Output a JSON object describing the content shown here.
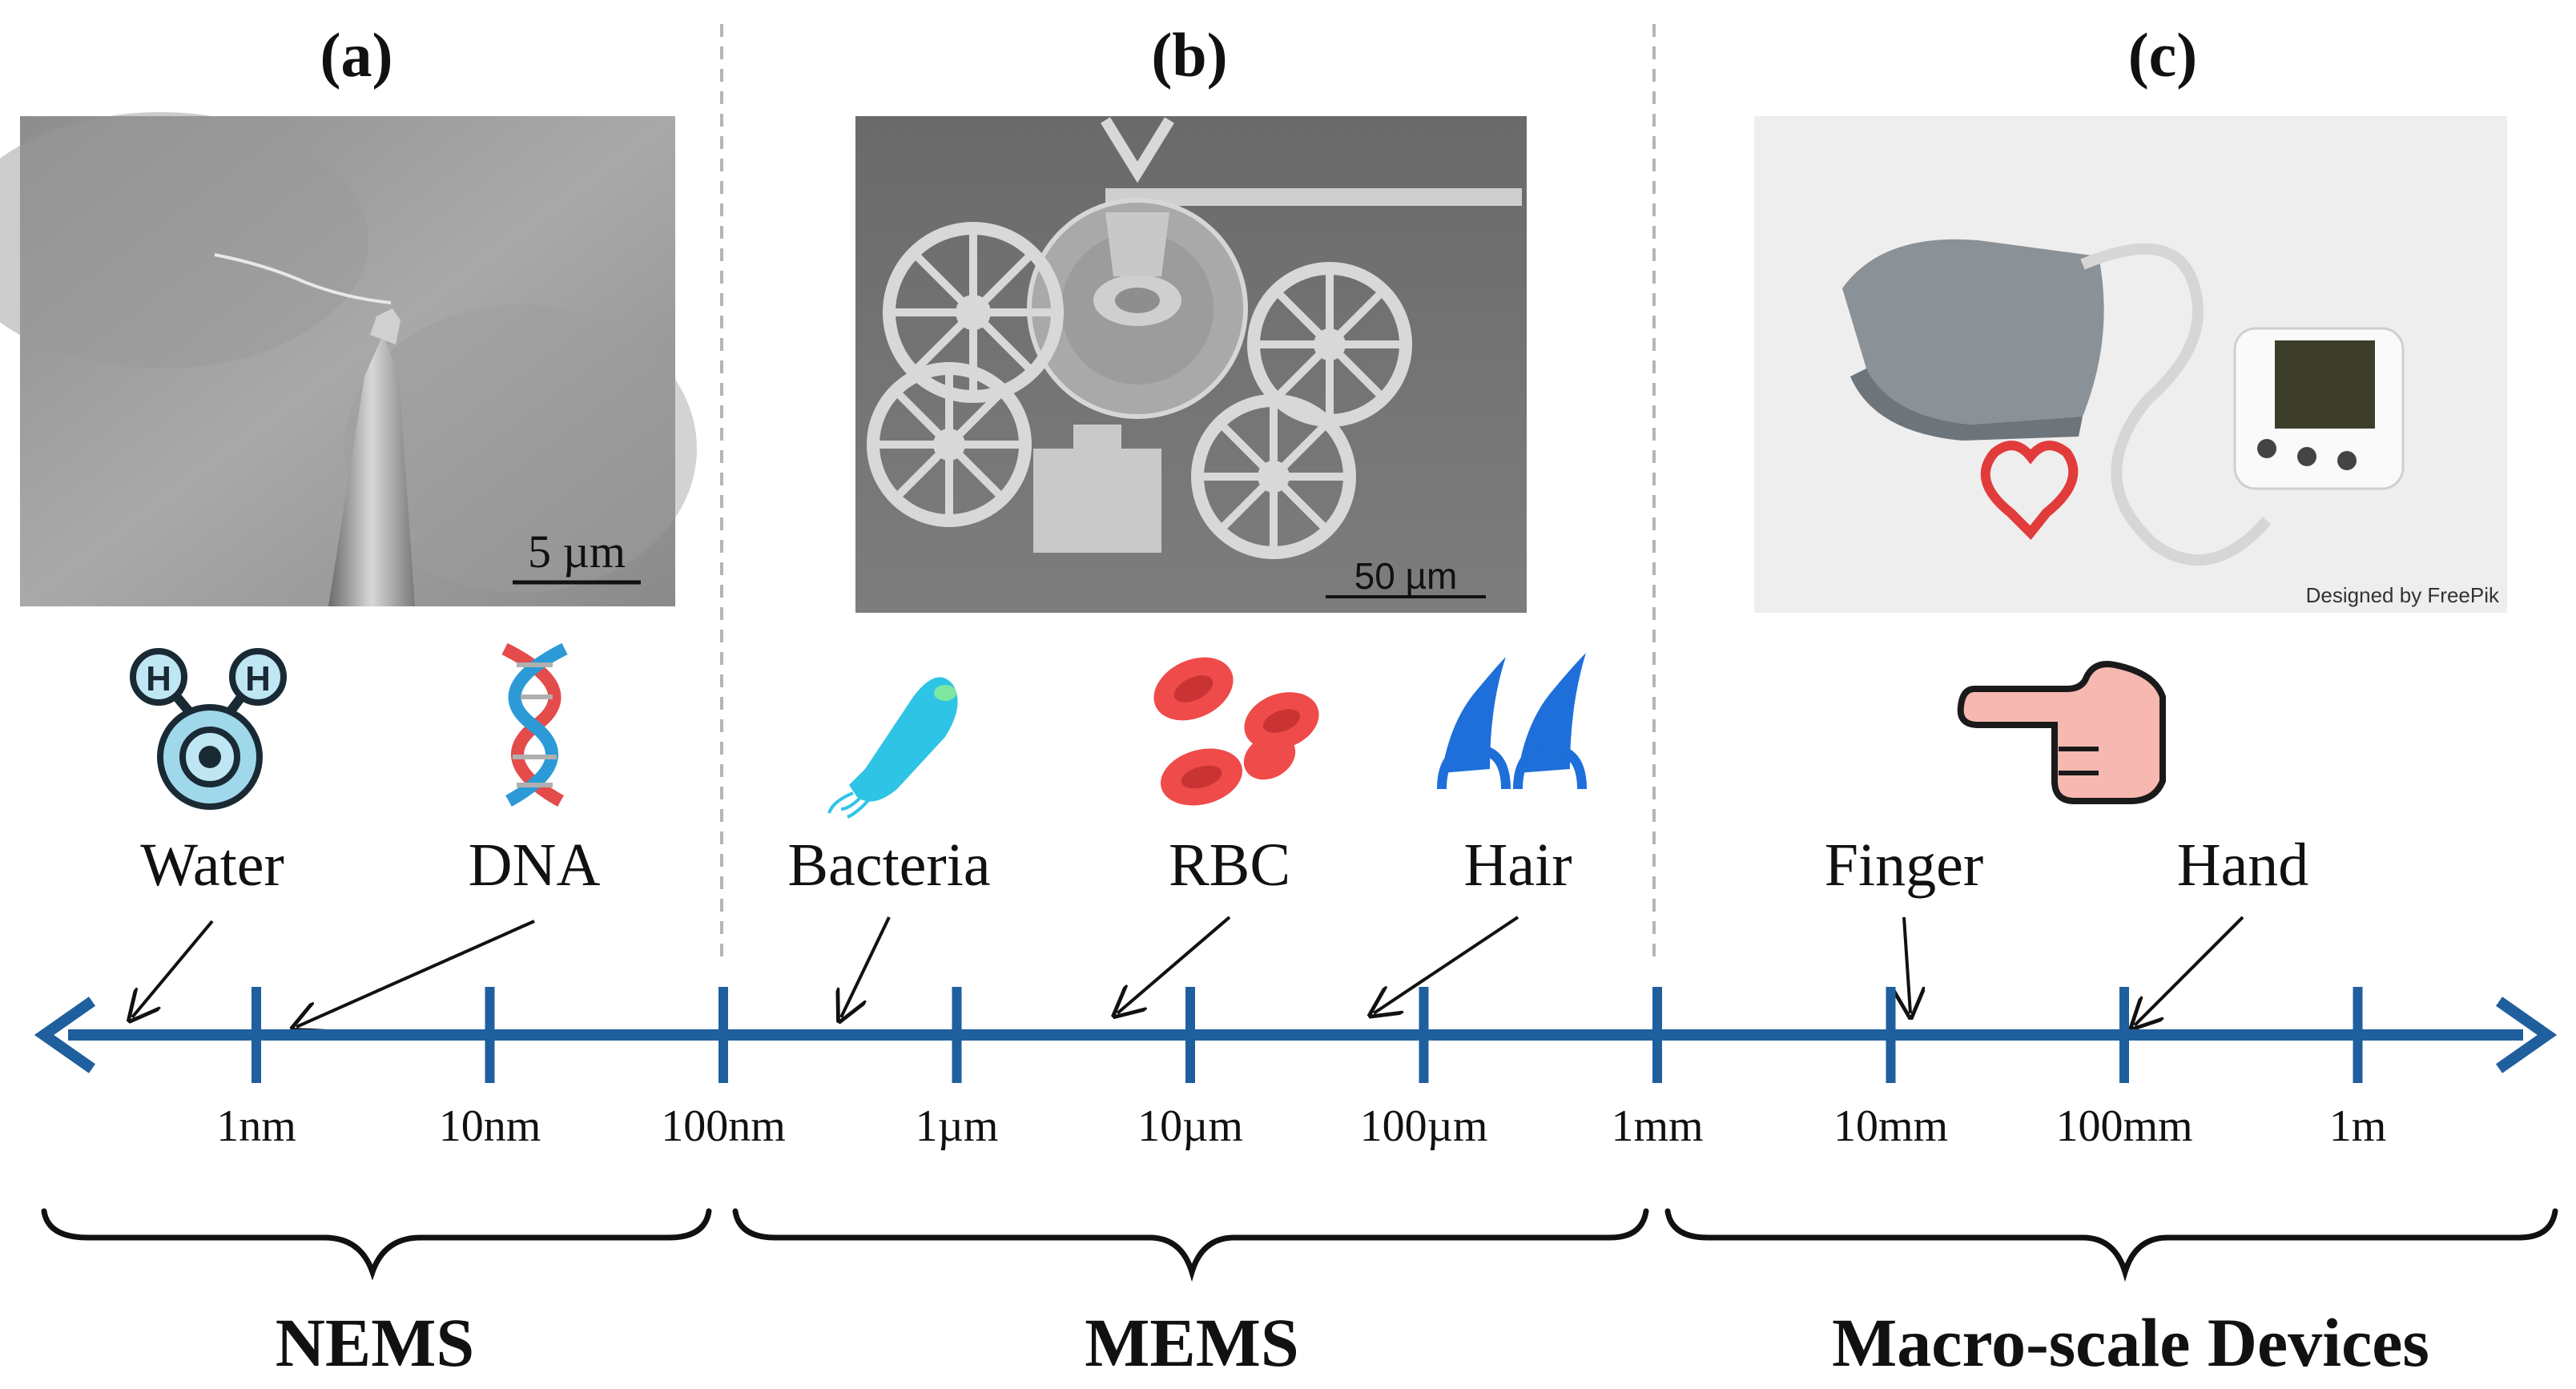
{
  "panels": [
    {
      "label": "(a)",
      "scale_bar": "5 µm"
    },
    {
      "label": "(b)",
      "scale_bar": "50 µm"
    },
    {
      "label": "(c)",
      "credit": "Designed by FreePik"
    }
  ],
  "objects": [
    {
      "name": "Water",
      "icon": "water-molecule-icon"
    },
    {
      "name": "DNA",
      "icon": "dna-helix-icon"
    },
    {
      "name": "Bacteria",
      "icon": "bacteria-icon"
    },
    {
      "name": "RBC",
      "icon": "red-blood-cells-icon"
    },
    {
      "name": "Hair",
      "icon": "hair-follicle-icon"
    },
    {
      "name": "Finger",
      "icon": "pointing-hand-icon"
    },
    {
      "name": "Hand",
      "icon": ""
    }
  ],
  "scale": {
    "ticks": [
      "1nm",
      "10nm",
      "100nm",
      "1µm",
      "10µm",
      "100µm",
      "1mm",
      "10mm",
      "100mm",
      "1m"
    ],
    "axis_color": "#1f5f9e"
  },
  "groups": [
    {
      "label": "NEMS"
    },
    {
      "label": "MEMS"
    },
    {
      "label": "Macro-scale Devices"
    }
  ]
}
